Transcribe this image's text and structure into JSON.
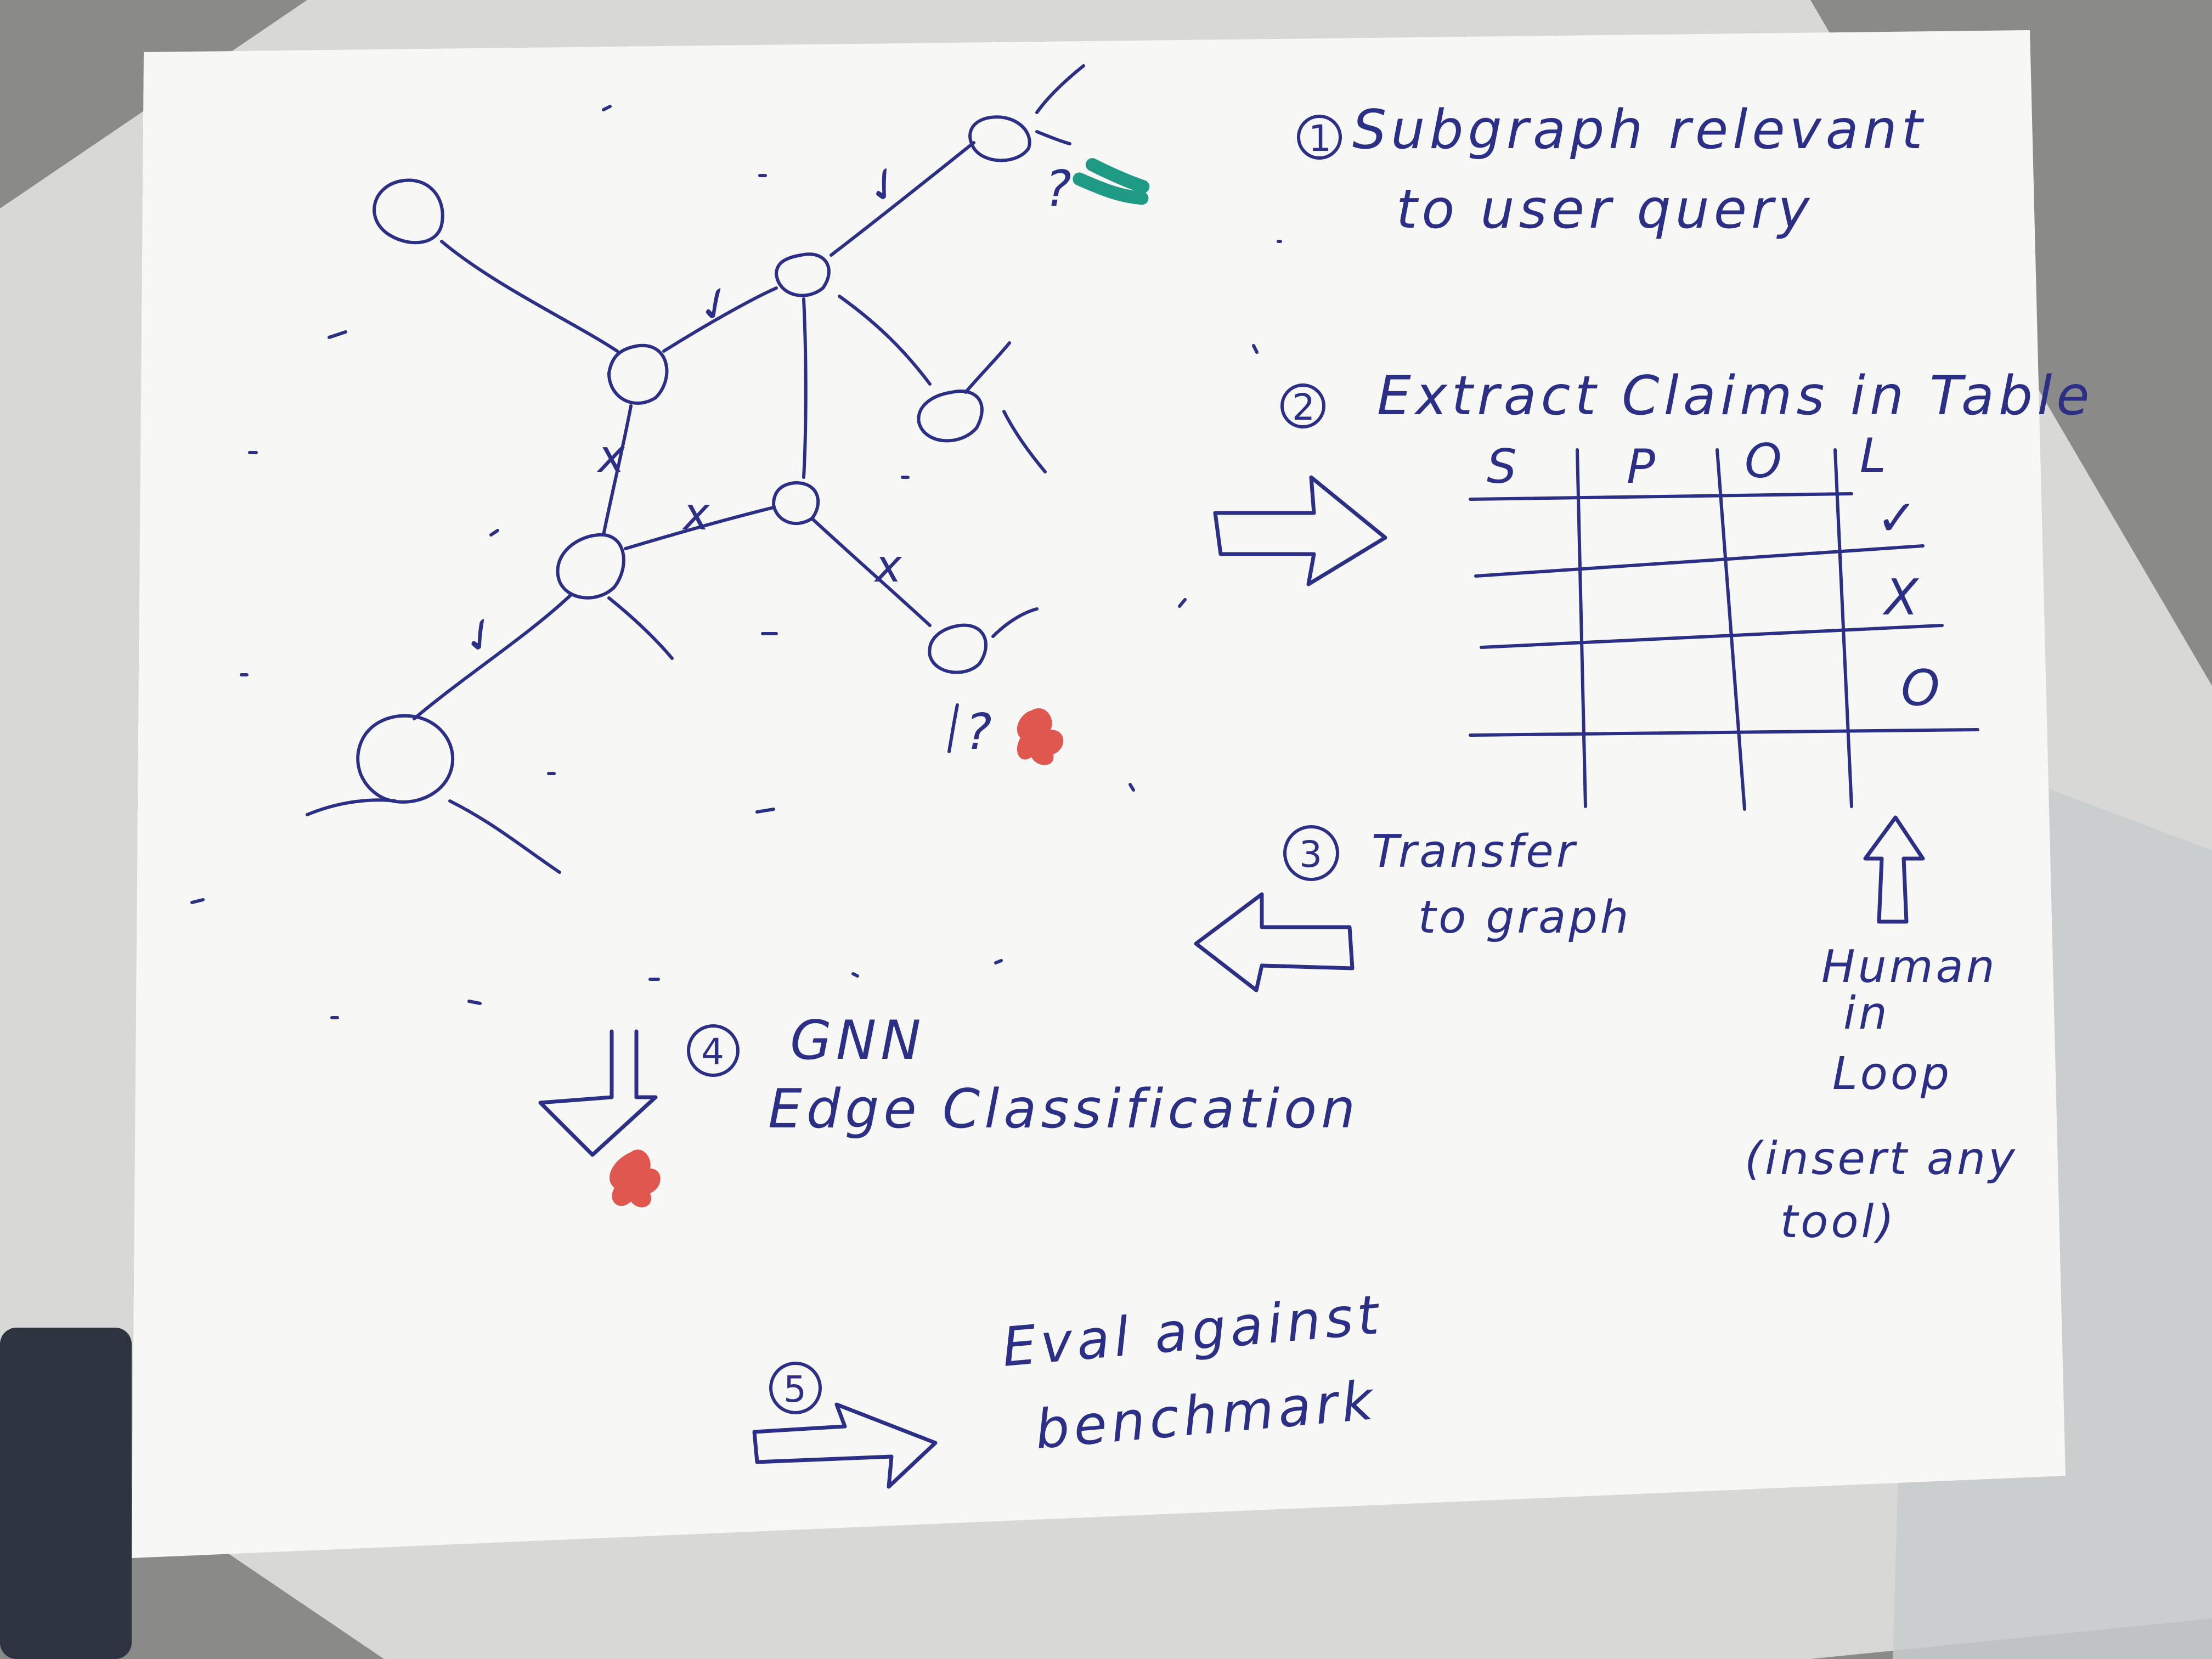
{
  "steps": [
    {
      "number": "1",
      "lines": [
        "Subgraph relevant",
        "to user query"
      ]
    },
    {
      "number": "2",
      "lines": [
        "Extract Claims in Table"
      ]
    },
    {
      "number": "3",
      "lines": [
        "Transfer",
        "to graph"
      ]
    },
    {
      "number": "4",
      "lines": [
        "GNN",
        "Edge Classification"
      ]
    },
    {
      "number": "5",
      "lines": [
        "Eval against",
        "benchmark"
      ]
    }
  ],
  "claims_table": {
    "headers": [
      "S",
      "P",
      "O",
      "L"
    ],
    "label_column": [
      "✓",
      "X",
      "O"
    ]
  },
  "human_in_loop": {
    "lines": [
      "Human",
      "in",
      "Loop",
      "(insert any",
      "tool)"
    ]
  },
  "graph_marks": {
    "check": "✓",
    "cross": "x",
    "question": "?"
  },
  "colors": {
    "ink": "#2b2f86",
    "paper": "#f7f7f5",
    "red_marker": "#e0574f",
    "teal_marker": "#1f9a84",
    "desk": "#8d8d8b"
  }
}
